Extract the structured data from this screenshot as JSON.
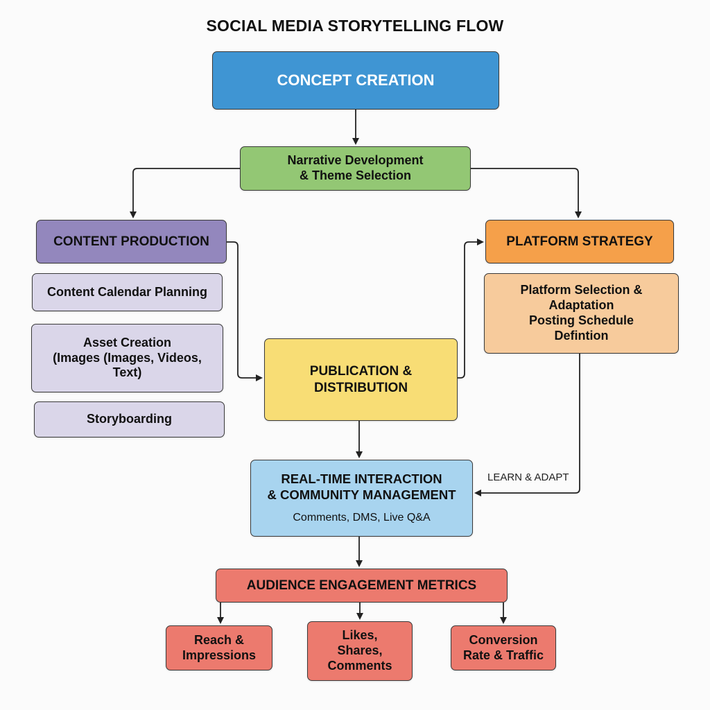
{
  "title": "SOCIAL MEDIA STORYTELLING FLOW",
  "nodes": {
    "concept_creation": {
      "label": "CONCEPT CREATION",
      "color": "#3f95d3"
    },
    "narrative": {
      "lines": [
        "Narrative Development",
        "& Theme Selection"
      ],
      "color": "#93c774"
    },
    "content_production": {
      "label": "CONTENT PRODUCTION",
      "color": "#9387bd",
      "children": [
        {
          "lines": [
            "Content Calendar Planning"
          ]
        },
        {
          "lines": [
            "Asset Creation",
            "(Images (Images, Videos,",
            "Text)"
          ]
        },
        {
          "lines": [
            "Storyboarding"
          ]
        }
      ],
      "child_color": "#dad6e9"
    },
    "platform_strategy": {
      "label": "PLATFORM STRATEGY",
      "color": "#f5a04a",
      "detail_lines": [
        "Platform Selection &",
        "Adaptation",
        "Posting Schedule",
        "Defintion"
      ],
      "detail_color": "#f7cb9c"
    },
    "publication": {
      "lines": [
        "PUBLICATION &",
        "DISTRIBUTION"
      ],
      "color": "#f8dd75"
    },
    "realtime": {
      "lines": [
        "REAL-TIME INTERACTION",
        "& COMMUNITY MANAGEMENT"
      ],
      "subtitle": "Comments, DMS, Live Q&A",
      "color": "#a8d4ef"
    },
    "metrics": {
      "label": "AUDIENCE ENGAGEMENT METRICS",
      "color": "#ec7a6e",
      "children": [
        {
          "lines": [
            "Reach &",
            "Impressions"
          ]
        },
        {
          "lines": [
            "Likes,",
            "Shares,",
            "Comments"
          ]
        },
        {
          "lines": [
            "Conversion",
            "Rate & Traffic"
          ]
        }
      ]
    }
  },
  "edges": {
    "feedback_label": "LEARN & ADAPT"
  }
}
